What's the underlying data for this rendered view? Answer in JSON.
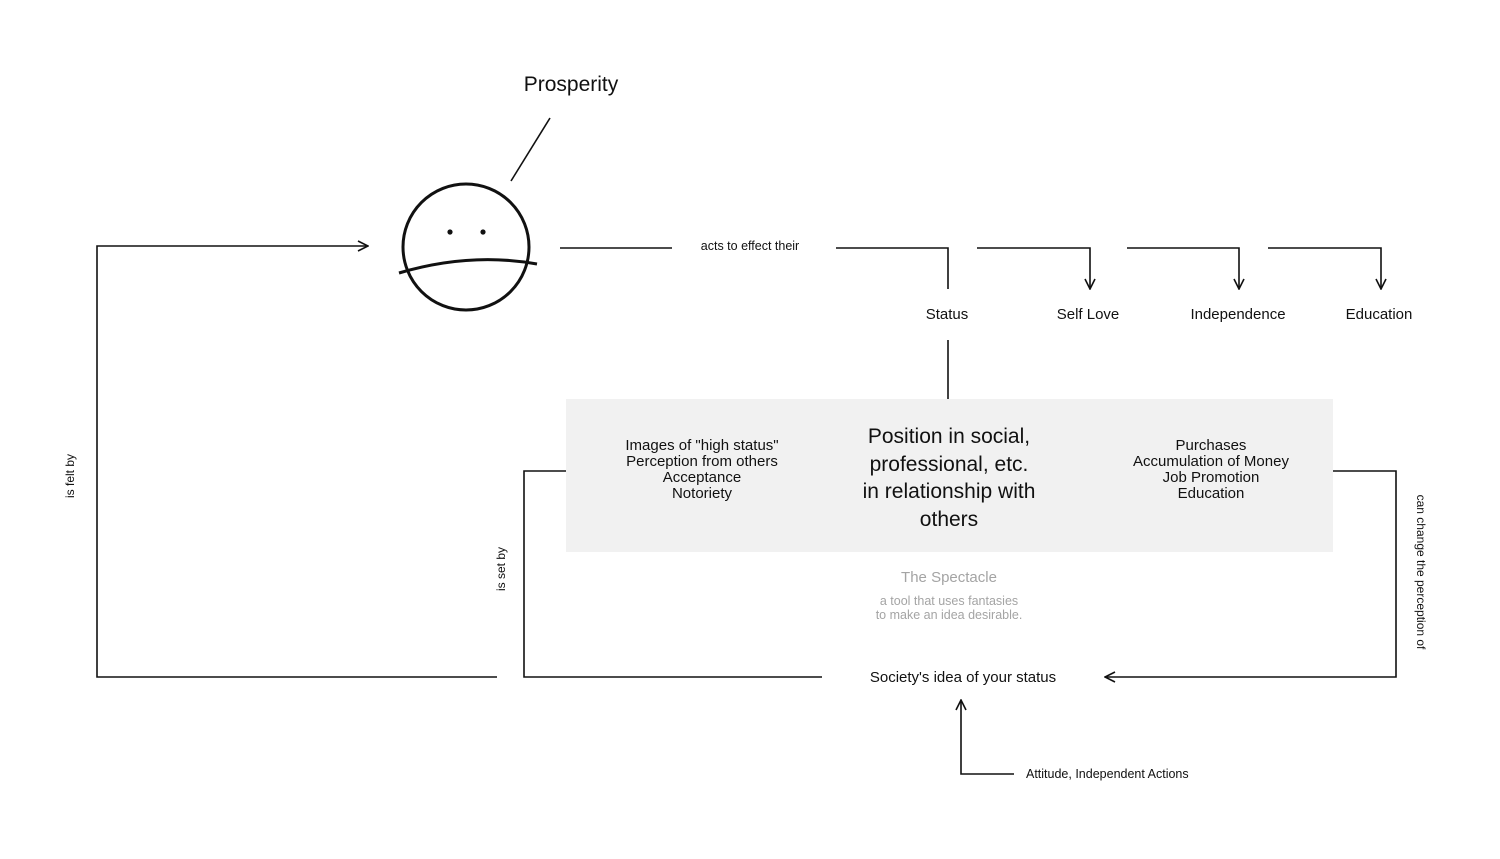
{
  "title": "Prosperity",
  "edges": {
    "acts_to_effect": "acts to effect their",
    "is_felt_by": "is felt by",
    "is_set_by": "is set by",
    "can_change": "can change the perception of"
  },
  "nodes": {
    "status": "Status",
    "self_love": "Self Love",
    "independence": "Independence",
    "education": "Education"
  },
  "box": {
    "left_items": [
      "Images of \"high status\"",
      "Perception from others",
      "Acceptance",
      "Notoriety"
    ],
    "center_lines": [
      "Position in social,",
      "professional, etc.",
      "in relationship with",
      "others"
    ],
    "right_items": [
      "Purchases",
      "Accumulation of Money",
      "Job Promotion",
      "Education"
    ]
  },
  "spectacle": {
    "title": "The Spectacle",
    "subtitle_lines": [
      "a tool that uses fantasies",
      "to make an idea desirable."
    ]
  },
  "society": "Society's idea of your status",
  "attitude": "Attitude, Independent Actions",
  "colors": {
    "line": "#111111",
    "box": "#f1f1f1",
    "muted": "#a4a4a4"
  }
}
